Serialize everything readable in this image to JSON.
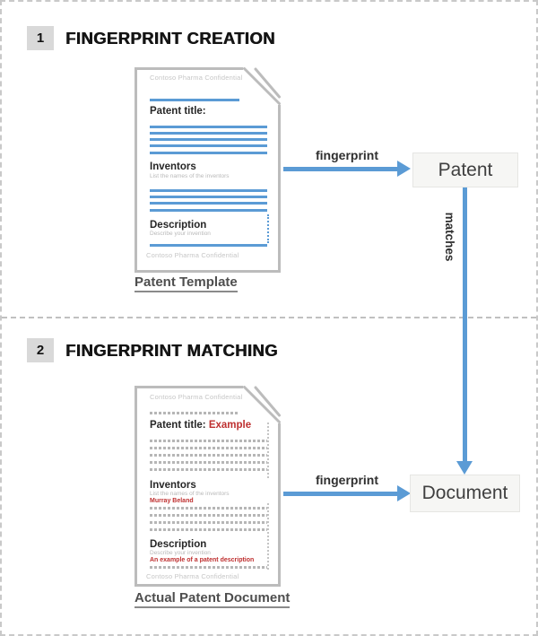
{
  "colors": {
    "accent_blue": "#5B9BD5",
    "value_red": "#BE2F2F"
  },
  "section1": {
    "number": "1",
    "title": "FINGERPRINT CREATION",
    "doc": {
      "header": "Contoso Pharma Confidential",
      "title_label": "Patent title:",
      "inventors_label": "Inventors",
      "inventors_hint": "List the names of the inventors",
      "description_label": "Description",
      "description_hint": "Describe your invention",
      "footer": "Contoso Pharma Confidential",
      "caption": "Patent Template"
    },
    "arrow_label": "fingerprint",
    "node_label": "Patent"
  },
  "section2": {
    "number": "2",
    "title": "FINGERPRINT MATCHING",
    "doc": {
      "header": "Contoso Pharma Confidential",
      "title_label": "Patent title:",
      "title_value": "Example",
      "inventors_label": "Inventors",
      "inventors_hint": "List the names of the inventors",
      "inventors_value": "Murray Beland",
      "description_label": "Description",
      "description_hint": "Describe your invention",
      "description_value": "An example of a patent description",
      "footer": "Contoso Pharma Confidential",
      "caption": "Actual Patent Document"
    },
    "arrow_label": "fingerprint",
    "node_label": "Document"
  },
  "connector": {
    "label": "matches"
  }
}
